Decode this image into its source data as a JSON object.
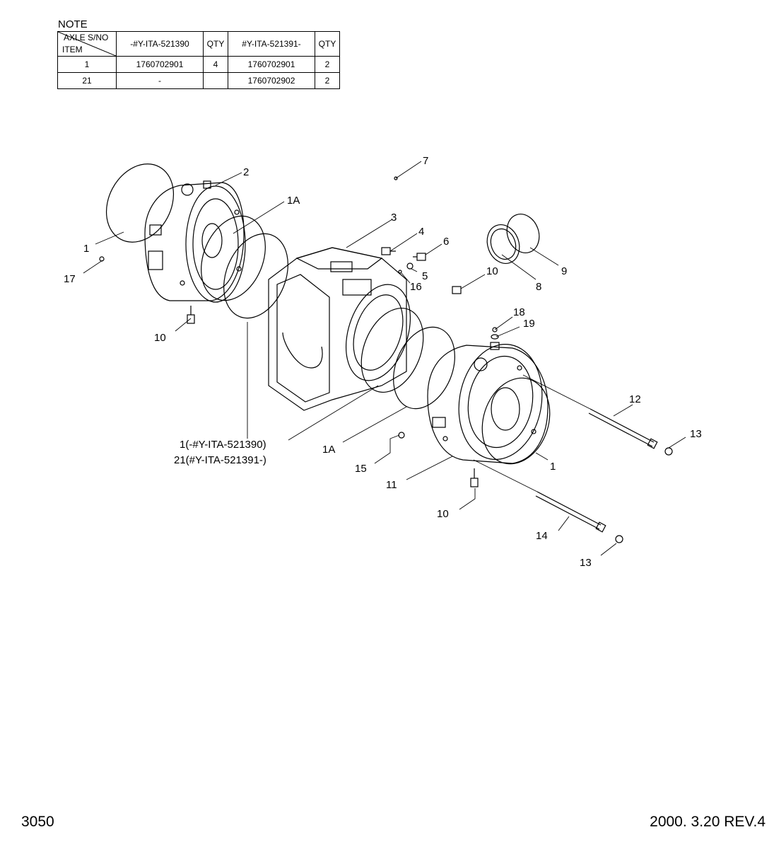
{
  "note": {
    "title": "NOTE",
    "corner_top": "AXLE S/NO",
    "corner_bottom": "ITEM",
    "headers": [
      "-#Y-ITA-521390",
      "QTY",
      "#Y-ITA-521391-",
      "QTY"
    ],
    "rows": [
      [
        "1",
        "1760702901",
        "4",
        "1760702901",
        "2"
      ],
      [
        "21",
        "-",
        "",
        "1760702902",
        "2"
      ]
    ]
  },
  "labels": {
    "l1a": "1",
    "l1b": "1",
    "l1A_a": "1A",
    "l1A_b": "1A",
    "l2": "2",
    "l3": "3",
    "l4": "4",
    "l5": "5",
    "l6": "6",
    "l7": "7",
    "l8": "8",
    "l9": "9",
    "l10a": "10",
    "l10b": "10",
    "l10c": "10",
    "l11": "11",
    "l12": "12",
    "l13a": "13",
    "l13b": "13",
    "l14": "14",
    "l15": "15",
    "l16": "16",
    "l17": "17",
    "l18": "18",
    "l19": "19",
    "variant1": "1(-#Y-ITA-521390)",
    "variant2": "21(#Y-ITA-521391-)"
  },
  "footer": {
    "page": "3050",
    "revision": "2000. 3.20  REV.4"
  }
}
